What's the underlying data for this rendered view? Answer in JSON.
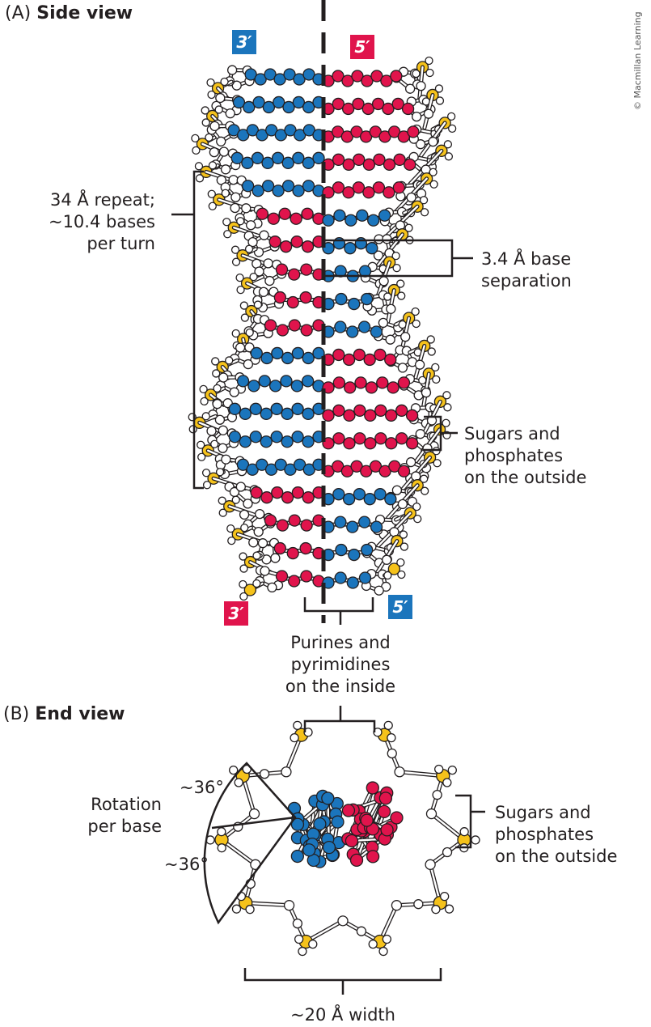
{
  "copyright": "© Macmillan Learning",
  "colors": {
    "strand_blue": "#1b75bc",
    "strand_red": "#e0144c",
    "phosphate_yellow": "#f5c21b",
    "backbone_white": "#ffffff",
    "outline": "#231f20"
  },
  "panel_a": {
    "letter": "(A)",
    "title": "Side view",
    "top_left_end": "3′",
    "top_right_end": "5′",
    "bottom_left_end": "3′",
    "bottom_right_end": "5′",
    "repeat_label": [
      "34 Å repeat;",
      "~10.4 bases",
      "per turn"
    ],
    "separation_label": [
      "3.4 Å base",
      "separation"
    ],
    "sugars_label": [
      "Sugars and",
      "phosphates",
      "on the outside"
    ],
    "purines_label": [
      "Purines and",
      "pyrimidines",
      "on the inside"
    ]
  },
  "panel_b": {
    "letter": "(B)",
    "title": "End view",
    "rotation_label": [
      "Rotation",
      "per base"
    ],
    "angle_top": "~36°",
    "angle_bottom": "~36°",
    "sugars_label": [
      "Sugars and",
      "phosphates",
      "on the outside"
    ],
    "width_label": "~20 Å width"
  }
}
